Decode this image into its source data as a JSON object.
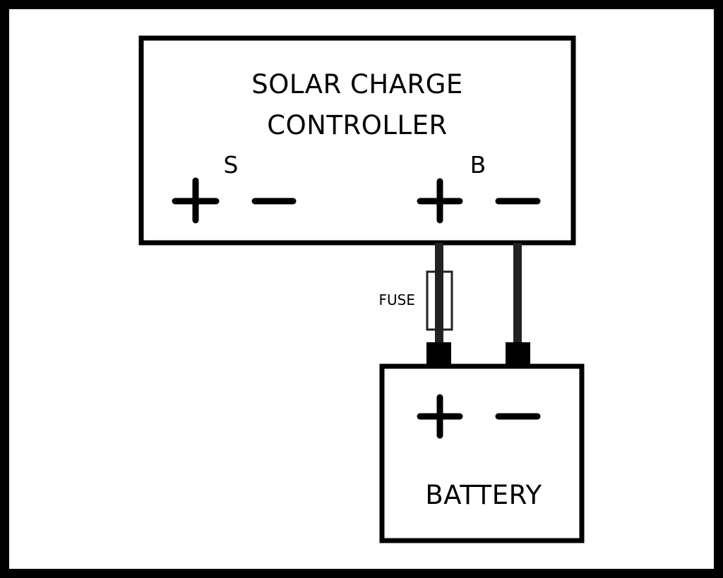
{
  "diagram": {
    "controller": {
      "title_line1": "SOLAR CHARGE",
      "title_line2": "CONTROLLER",
      "solar_label": "S",
      "battery_label": "B"
    },
    "fuse": {
      "label": "FUSE"
    },
    "battery": {
      "label": "BATTERY"
    },
    "colors": {
      "stroke": "#000000",
      "wire": "#222222",
      "background": "#ffffff"
    }
  }
}
